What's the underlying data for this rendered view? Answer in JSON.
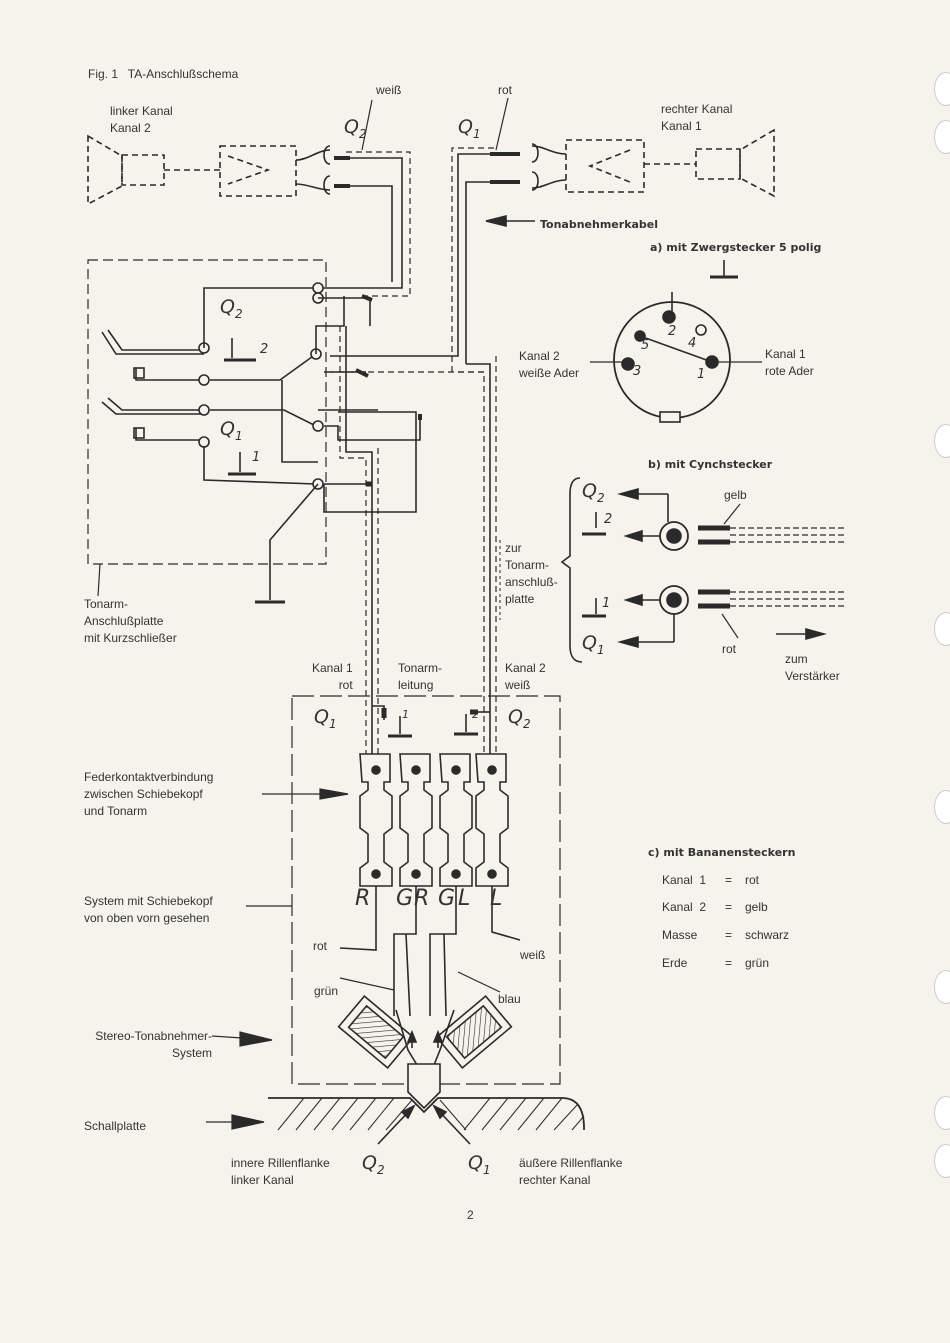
{
  "figure": {
    "caption": "Fig. 1   TA-Anschlußschema",
    "page_number": "2"
  },
  "top": {
    "left_channel": "linker Kanal\nKanal 2",
    "right_channel": "rechter Kanal\nKanal 1",
    "weiss": "weiß",
    "rot": "rot",
    "cable": "Tonabnehmerkabel"
  },
  "plate": {
    "label": "Tonarm-\nAnschlußplatte\nmit Kurzschließer",
    "pin_2": "2",
    "pin_1": "1"
  },
  "symbols": {
    "q1": "Q",
    "q2": "Q",
    "sub1": "1",
    "sub2": "2"
  },
  "section_a": {
    "title": "a) mit Zwergstecker 5 polig",
    "kanal2": "Kanal 2\nweiße Ader",
    "kanal1": "Kanal 1\nrote Ader",
    "pins": [
      "1",
      "2",
      "3",
      "4",
      "5"
    ]
  },
  "section_b": {
    "title": "b) mit Cynchstecker",
    "gelb": "gelb",
    "rot": "rot",
    "zum": "zum\nVerstärker",
    "zur": "zur\nTonarm-\nanschluß-\nplatte",
    "pin_2": "2",
    "pin_1": "1"
  },
  "middle": {
    "kanal1": "Kanal 1\nrot",
    "tonarm": "Tonarm-\nleitung",
    "kanal2": "Kanal 2\nweiß",
    "feder": "Federkontaktverbindung\nzwischen Schiebekopf\nund Tonarm",
    "system": "System mit Schiebekopf\nvon oben vorn gesehen",
    "stereo": "Stereo-Tonabnehmer-\nSystem",
    "schall": "Schallplatte",
    "letters": [
      "R",
      "G",
      "R",
      "G",
      "L",
      "L"
    ],
    "rot": "rot",
    "gruen": "grün",
    "weiss": "weiß",
    "blau": "blau",
    "pin_1": "1",
    "pin_2": "2"
  },
  "bottom": {
    "inner": "innere Rillenflanke\nlinker Kanal",
    "outer": "äußere Rillenflanke\nrechter Kanal"
  },
  "section_c": {
    "title": "c) mit Bananensteckern",
    "rows": [
      {
        "name": "Kanal  1",
        "eq": "=",
        "val": "rot"
      },
      {
        "name": "Kanal  2",
        "eq": "=",
        "val": "gelb"
      },
      {
        "name": "Masse",
        "eq": "=",
        "val": "schwarz"
      },
      {
        "name": "Erde",
        "eq": "=",
        "val": "grün"
      }
    ]
  }
}
